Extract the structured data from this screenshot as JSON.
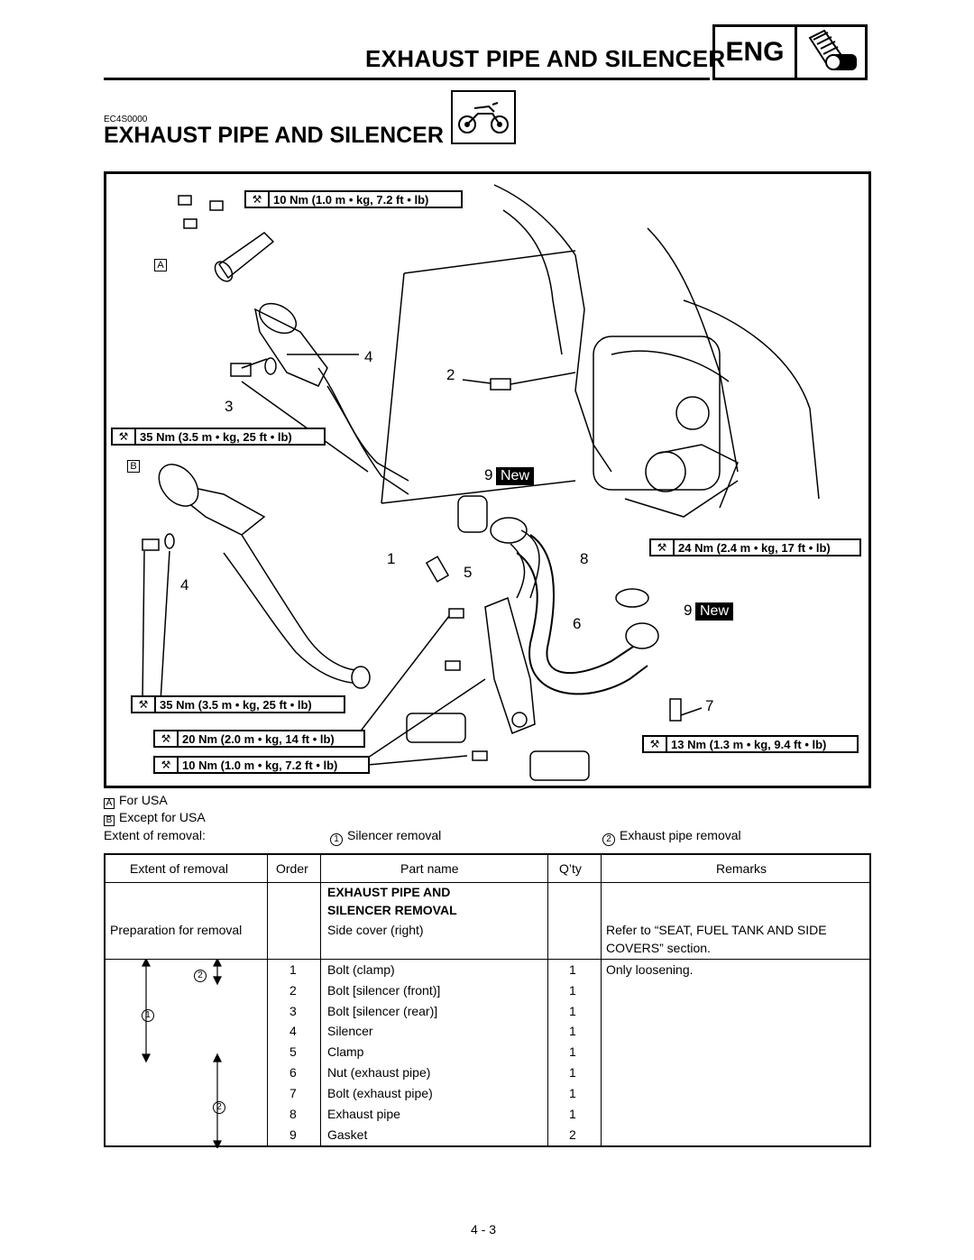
{
  "header": {
    "title": "EXHAUST PIPE AND SILENCER",
    "badge": "ENG"
  },
  "section": {
    "code": "EC4S0000",
    "title": "EXHAUST PIPE AND SILENCER"
  },
  "diagram": {
    "torques": [
      "10 Nm (1.0 m • kg, 7.2 ft • lb)",
      "35 Nm (3.5 m • kg, 25 ft • lb)",
      "24 Nm (2.4 m • kg, 17 ft • lb)",
      "35 Nm (3.5 m • kg, 25 ft • lb)",
      "20 Nm (2.0 m • kg, 14 ft • lb)",
      "13 Nm (1.3 m • kg, 9.4 ft • lb)",
      "10 Nm (1.0 m • kg, 7.2 ft • lb)"
    ],
    "box_a": "A",
    "box_b": "B",
    "callouts": [
      "4",
      "2",
      "3",
      "9",
      "1",
      "8",
      "5",
      "4",
      "9",
      "6",
      "7"
    ],
    "new_label": "New"
  },
  "notes": {
    "a_letter": "A",
    "a_text": "For USA",
    "b_letter": "B",
    "b_text": "Except for USA",
    "extent_label": "Extent of removal:",
    "c1_num": "1",
    "c1_text": "Silencer removal",
    "c2_num": "2",
    "c2_text": "Exhaust pipe removal"
  },
  "table": {
    "headers": [
      "Extent of removal",
      "Order",
      "Part name",
      "Q’ty",
      "Remarks"
    ],
    "group_title_1": "EXHAUST PIPE AND",
    "group_title_2": "SILENCER REMOVAL",
    "prep": {
      "extent": "Preparation for removal",
      "part": "Side cover (right)",
      "remarks_1": "Refer to “SEAT, FUEL TANK AND SIDE",
      "remarks_2": "COVERS” section."
    },
    "extent_marks": [
      "2",
      "1",
      "2"
    ],
    "rows": [
      {
        "order": "1",
        "part": "Bolt (clamp)",
        "qty": "1",
        "remarks": "Only loosening."
      },
      {
        "order": "2",
        "part": "Bolt [silencer (front)]",
        "qty": "1",
        "remarks": ""
      },
      {
        "order": "3",
        "part": "Bolt [silencer (rear)]",
        "qty": "1",
        "remarks": ""
      },
      {
        "order": "4",
        "part": "Silencer",
        "qty": "1",
        "remarks": ""
      },
      {
        "order": "5",
        "part": "Clamp",
        "qty": "1",
        "remarks": ""
      },
      {
        "order": "6",
        "part": "Nut (exhaust pipe)",
        "qty": "1",
        "remarks": ""
      },
      {
        "order": "7",
        "part": "Bolt (exhaust pipe)",
        "qty": "1",
        "remarks": ""
      },
      {
        "order": "8",
        "part": "Exhaust pipe",
        "qty": "1",
        "remarks": ""
      },
      {
        "order": "9",
        "part": "Gasket",
        "qty": "2",
        "remarks": ""
      }
    ]
  },
  "footer": {
    "page": "4 - 3"
  }
}
